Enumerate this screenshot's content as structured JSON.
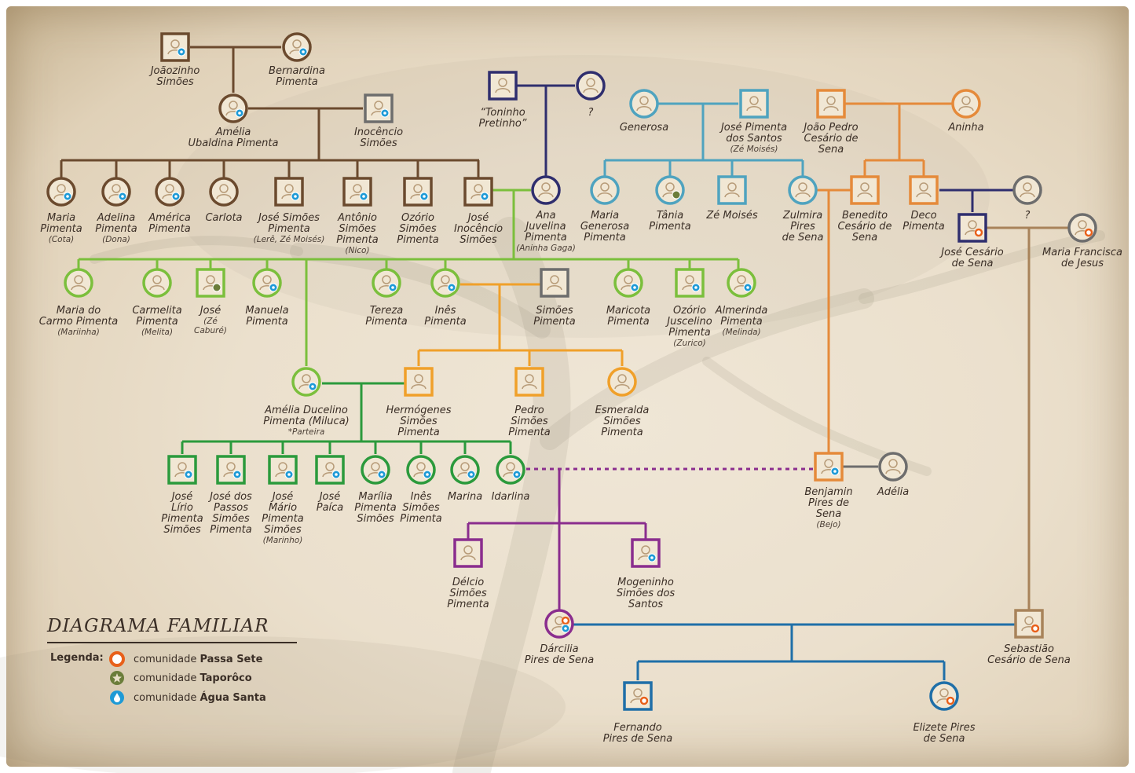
{
  "title": "DIAGRAMA FAMILIAR",
  "legend": {
    "label": "Legenda:",
    "items": [
      {
        "prefix": "comunidade ",
        "name": "Passa Sete",
        "color": "#e8601a",
        "icon": "ring-icon"
      },
      {
        "prefix": "comunidade ",
        "name": "Taporôco",
        "color": "#6b7d3a",
        "icon": "star-icon"
      },
      {
        "prefix": "comunidade ",
        "name": "Água Santa",
        "color": "#1e9ad6",
        "icon": "drop-icon"
      }
    ]
  },
  "colors": {
    "brown": "#6b4a2e",
    "tan": "#a8835a",
    "navy": "#2f2e6e",
    "teal": "#4fa3bf",
    "orange": "#e58a3a",
    "green_light": "#7bbf3c",
    "amber": "#f0a02a",
    "green_dark": "#2b9a3c",
    "purple": "#8a2d8e",
    "blue": "#1f6fa8",
    "grey": "#6d6d6d"
  },
  "people": [
    {
      "id": "joaozinho",
      "name": "Joãozinho\nSimões"
    },
    {
      "id": "bernardina",
      "name": "Bernardina\nPimenta"
    },
    {
      "id": "amelia_u",
      "name": "Amélia\nUbaldina Pimenta"
    },
    {
      "id": "inocencio",
      "name": "Inocêncio\nSimões"
    },
    {
      "id": "toninho",
      "name": "“Toninho\nPretinho”"
    },
    {
      "id": "q1",
      "name": "?"
    },
    {
      "id": "generosa",
      "name": "Generosa"
    },
    {
      "id": "jose_pimenta",
      "name": "José Pimenta\ndos Santos",
      "nick": "(Zé Moisés)"
    },
    {
      "id": "joao_pedro",
      "name": "João Pedro\nCesário de\nSena"
    },
    {
      "id": "aninha",
      "name": "Aninha"
    },
    {
      "id": "maria_cota",
      "name": "Maria\nPimenta",
      "nick": "(Cota)"
    },
    {
      "id": "adelina",
      "name": "Adelina\nPimenta",
      "nick": "(Dona)"
    },
    {
      "id": "america",
      "name": "América\nPimenta"
    },
    {
      "id": "carlota",
      "name": "Carlota"
    },
    {
      "id": "jose_simoes",
      "name": "José Simões\nPimenta",
      "nick": "(Lerê, Zé Moisés)"
    },
    {
      "id": "antonio",
      "name": "Antônio\nSimões\nPimenta",
      "nick": "(Nico)"
    },
    {
      "id": "ozorio1",
      "name": "Ozório\nSimões\nPimenta"
    },
    {
      "id": "jose_inocencio",
      "name": "José\nInocêncio\nSimões"
    },
    {
      "id": "ana",
      "name": "Ana\nJuvelina\nPimenta",
      "nick": "(Aninha Gaga)"
    },
    {
      "id": "maria_gen",
      "name": "Maria\nGenerosa\nPimenta"
    },
    {
      "id": "tania",
      "name": "Tânia\nPimenta"
    },
    {
      "id": "ze_moises",
      "name": "Zé Moisés"
    },
    {
      "id": "zulmira",
      "name": "Zulmira\nPires\nde Sena"
    },
    {
      "id": "benedito",
      "name": "Benedito\nCesário de\nSena"
    },
    {
      "id": "deco",
      "name": "Deco\nPimenta"
    },
    {
      "id": "q2",
      "name": "?"
    },
    {
      "id": "jose_cesario",
      "name": "José Cesário\nde Sena"
    },
    {
      "id": "maria_francisca",
      "name": "Maria Francisca\nde Jesus"
    },
    {
      "id": "maria_carmo",
      "name": "Maria do\nCarmo Pimenta",
      "nick": "(Mariinha)"
    },
    {
      "id": "carmelita",
      "name": "Carmelita\nPimenta",
      "nick": "(Melita)"
    },
    {
      "id": "jose_cabure",
      "name": "José",
      "nick": "(Zé\nCaburé)"
    },
    {
      "id": "manuela",
      "name": "Manuela\nPimenta"
    },
    {
      "id": "tereza",
      "name": "Tereza\nPimenta"
    },
    {
      "id": "ines1",
      "name": "Inês\nPimenta"
    },
    {
      "id": "simoes_p",
      "name": "Simões\nPimenta"
    },
    {
      "id": "maricota",
      "name": "Maricota\nPimenta"
    },
    {
      "id": "ozorio2",
      "name": "Ozório\nJuscelino\nPimenta",
      "nick": "(Zurico)"
    },
    {
      "id": "almerinda",
      "name": "Almerinda\nPimenta",
      "nick": "(Melinda)"
    },
    {
      "id": "amelia_d",
      "name": "Amélia Ducelino\nPimenta (Miluca)",
      "nick": "*Parteira"
    },
    {
      "id": "hermogenes",
      "name": "Hermógenes\nSimões\nPimenta"
    },
    {
      "id": "pedro",
      "name": "Pedro\nSimões\nPimenta"
    },
    {
      "id": "esmeralda",
      "name": "Esmeralda\nSimões\nPimenta"
    },
    {
      "id": "jose_lirio",
      "name": "José\nLírio\nPimenta\nSimões"
    },
    {
      "id": "jose_passos",
      "name": "José dos\nPassos\nSimões\nPimenta"
    },
    {
      "id": "jose_mario",
      "name": "José\nMário\nPimenta\nSimões",
      "nick": "(Marinho)"
    },
    {
      "id": "jose_paica",
      "name": "José\nPaíca"
    },
    {
      "id": "marilia",
      "name": "Marília\nPimenta\nSimões"
    },
    {
      "id": "ines2",
      "name": "Inês\nSimões\nPimenta"
    },
    {
      "id": "marina",
      "name": "Marina"
    },
    {
      "id": "idarlina",
      "name": "Idarlina"
    },
    {
      "id": "benjamin",
      "name": "Benjamin\nPires de\nSena",
      "nick": "(Bejo)"
    },
    {
      "id": "adelia",
      "name": "Adélia"
    },
    {
      "id": "delcio",
      "name": "Délcio\nSimões\nPimenta"
    },
    {
      "id": "mogeninho",
      "name": "Mogeninho\nSimões dos\nSantos"
    },
    {
      "id": "darcilia",
      "name": "Dárcilia\nPires de Sena"
    },
    {
      "id": "sebastiao",
      "name": "Sebastião\nCesário de Sena"
    },
    {
      "id": "fernando",
      "name": "Fernando\nPires de Sena"
    },
    {
      "id": "elizete",
      "name": "Elizete Pires\nde Sena"
    }
  ]
}
